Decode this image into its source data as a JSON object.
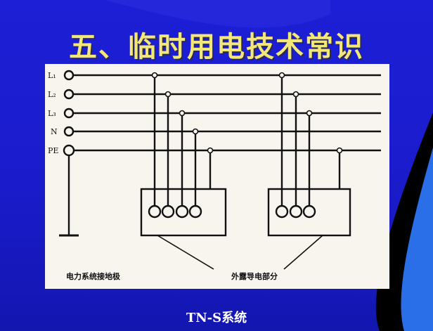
{
  "slide": {
    "title": "五、临时用电技术常识",
    "caption": "TN-S系统"
  },
  "diagram": {
    "conductors": [
      "L₁",
      "L₂",
      "L₃",
      "N",
      "PE"
    ],
    "left_annotation": "电力系统接地极",
    "right_annotation": "外露导电部分"
  },
  "colors": {
    "background": "#1d1fd6",
    "title": "#f4e77a",
    "panel": "#f7f5ee",
    "caption": "#ffffff"
  }
}
